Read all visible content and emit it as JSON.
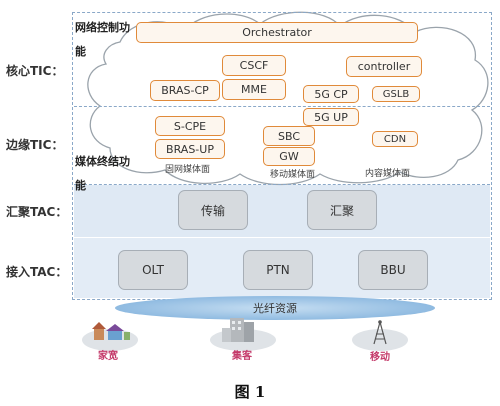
{
  "rows": {
    "core": "核心TIC：",
    "edge": "边缘TIC：",
    "aggregation": "汇聚TAC：",
    "access": "接入TAC："
  },
  "cloud": {
    "control_label": "网络控制功能",
    "media_label": "媒体终结功能"
  },
  "core_boxes": {
    "orchestrator": "Orchestrator",
    "cscf": "CSCF",
    "controller": "controller",
    "bras_cp": "BRAS-CP",
    "mme": "MME",
    "fiveg_cp": "5G CP",
    "gslb": "GSLB"
  },
  "edge_boxes": {
    "fiveg_up": "5G UP",
    "s_cpe": "S-CPE",
    "sbc": "SBC",
    "cdn": "CDN",
    "bras_up": "BRAS-UP",
    "gw": "GW"
  },
  "media_planes": {
    "fixed": "固网媒体面",
    "mobile": "移动媒体面",
    "content": "内容媒体面"
  },
  "aggregation_boxes": {
    "transport": "传输",
    "converge": "汇聚"
  },
  "access_boxes": {
    "olt": "OLT",
    "ptn": "PTN",
    "bbu": "BBU"
  },
  "fiber": "光纤资源",
  "access_types": {
    "home": "家宽",
    "enterprise": "集客",
    "mobile": "移动"
  },
  "figure_caption": "图 1",
  "colors": {
    "box_border": "#e08a3a",
    "box_fill": "#fdf6ee",
    "band": "#dfe9f4",
    "fiber": "#9cc4e6"
  }
}
